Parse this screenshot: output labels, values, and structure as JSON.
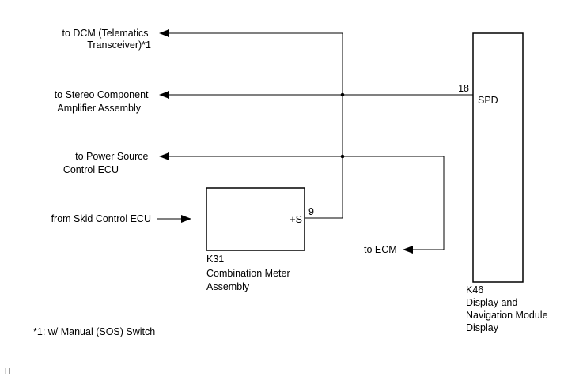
{
  "destinations": {
    "dcm": [
      "to DCM (Telematics",
      "Transceiver)*1"
    ],
    "stereo": [
      "to Stereo Component",
      "Amplifier Assembly"
    ],
    "power_source": [
      "to Power Source",
      "Control ECU"
    ],
    "ecm": "to ECM"
  },
  "source": {
    "skid_control": "from Skid Control ECU"
  },
  "combination_meter": {
    "code": "K31",
    "name": [
      "Combination Meter",
      "Assembly"
    ],
    "terminal_label": "+S",
    "pin": "9"
  },
  "navigation_module": {
    "code": "K46",
    "name": [
      "Display and",
      "Navigation Module",
      "Display"
    ],
    "terminal_label": "SPD",
    "pin": "18"
  },
  "footnote": "*1: w/ Manual (SOS) Switch",
  "corner_mark": "H"
}
